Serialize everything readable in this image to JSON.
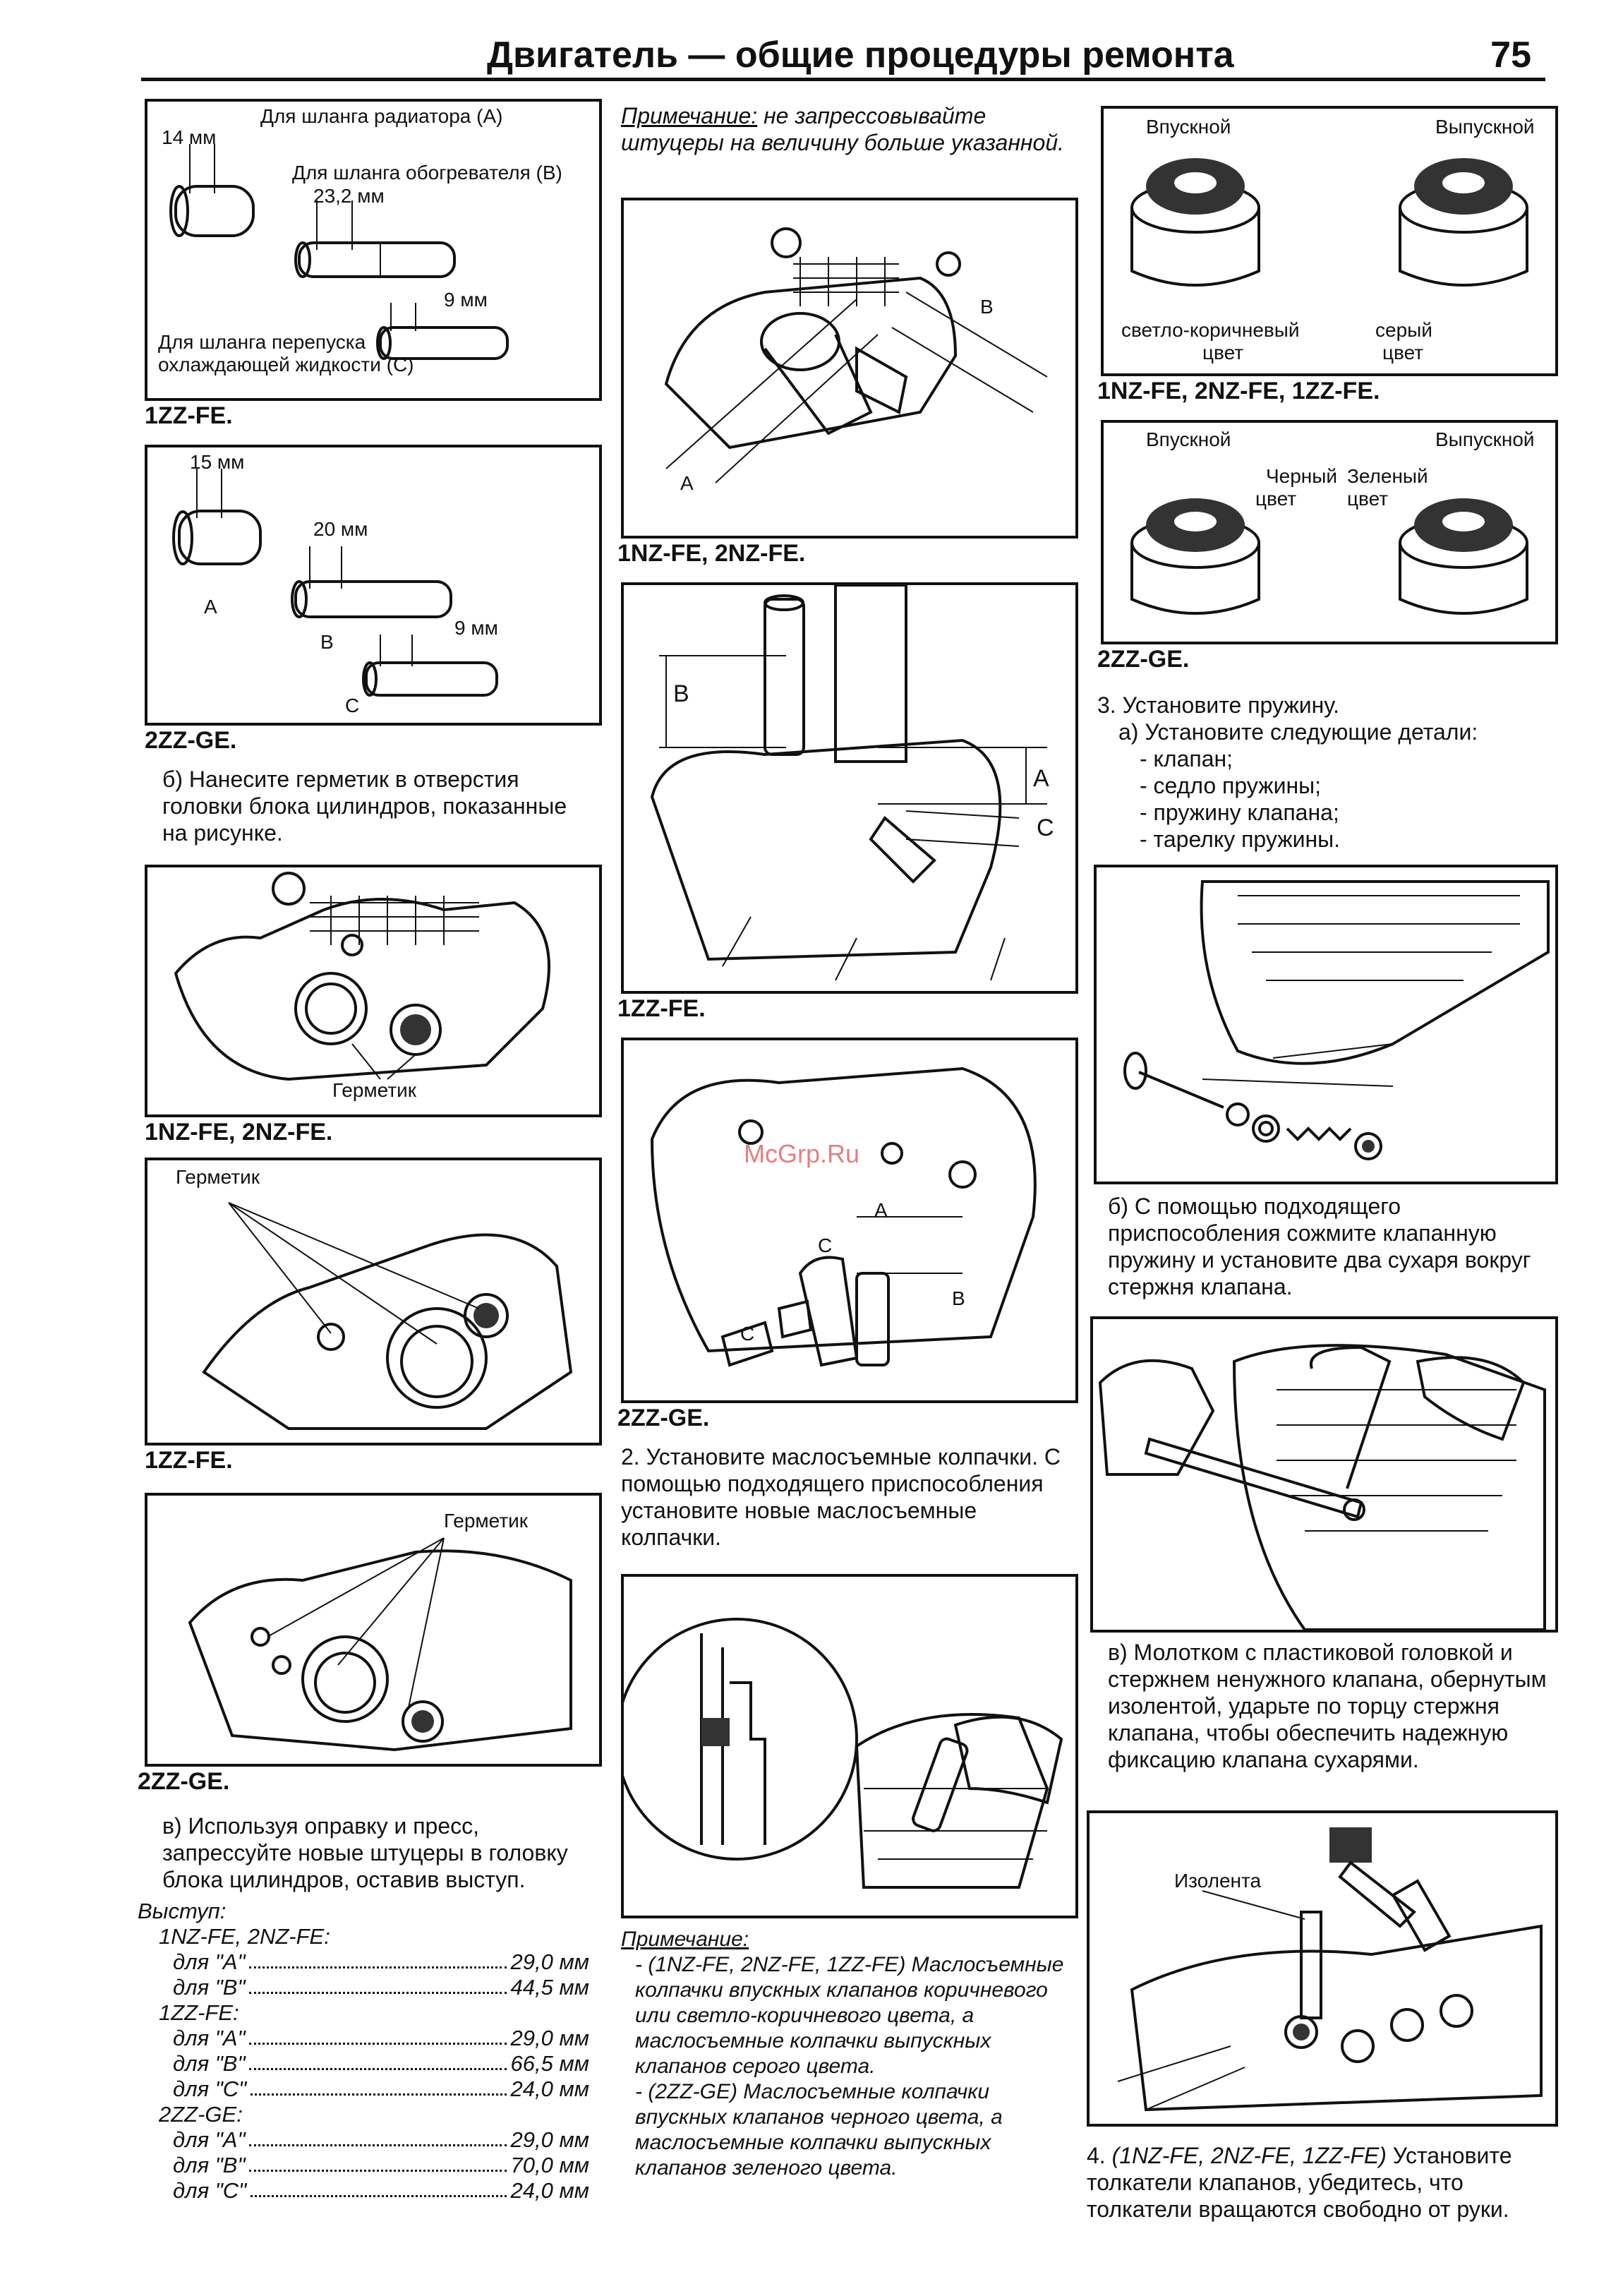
{
  "header": {
    "title": "Двигатель — общие процедуры ремонта",
    "page": "75"
  },
  "fig1": {
    "l1": "Для шланга радиатора (А)",
    "l2": "14 мм",
    "l3": "Для шланга обогревателя (В)",
    "l4": "23,2 мм",
    "l5": "9 мм",
    "l6": "Для шланга перепуска",
    "l7": "охлаждающей жидкости (С)",
    "cap": "1ZZ-FE."
  },
  "fig2": {
    "l1": "15 мм",
    "l2": "20 мм",
    "l3": "9 мм",
    "a": "A",
    "b": "B",
    "c": "C",
    "cap": "2ZZ-GE."
  },
  "text_b": "б) Нанесите герметик в отверстия головки блока цилиндров, показанные на рисунке.",
  "fig3": {
    "label": "Герметик",
    "cap": "1NZ-FE, 2NZ-FE."
  },
  "fig4": {
    "label": "Герметик",
    "cap": "1ZZ-FE."
  },
  "fig5": {
    "label": "Герметик",
    "cap": "2ZZ-GE."
  },
  "text_v": "в) Используя оправку и пресс, запрессуйте новые штуцеры в головку блока цилиндров, оставив выступ.",
  "protrusion": {
    "title": "Выступ:",
    "g1": "1NZ-FE, 2NZ-FE:",
    "g1_rows": [
      {
        "k": "для \"A\"",
        "v": "29,0 мм"
      },
      {
        "k": "для \"B\"",
        "v": "44,5 мм"
      }
    ],
    "g2": "1ZZ-FE:",
    "g2_rows": [
      {
        "k": "для \"A\"",
        "v": "29,0 мм"
      },
      {
        "k": "для \"B\"",
        "v": "66,5 мм"
      },
      {
        "k": "для \"C\"",
        "v": "24,0 мм"
      }
    ],
    "g3": "2ZZ-GE:",
    "g3_rows": [
      {
        "k": "для \"A\"",
        "v": "29,0 мм"
      },
      {
        "k": "для \"B\"",
        "v": "70,0 мм"
      },
      {
        "k": "для \"C\"",
        "v": "24,0 мм"
      }
    ]
  },
  "note1": {
    "title": "Примечание:",
    "text": " не запрессовывайте штуцеры на величину больше указанной."
  },
  "fig6": {
    "a": "A",
    "b": "B",
    "cap": "1NZ-FE, 2NZ-FE."
  },
  "fig7": {
    "a": "A",
    "b": "B",
    "c": "C",
    "cap": "1ZZ-FE."
  },
  "fig8": {
    "a": "A",
    "b": "B",
    "c1": "C",
    "c2": "C",
    "watermark": "McGrp.Ru",
    "cap": "2ZZ-GE."
  },
  "text_2": "2. Установите маслосъемные колпачки. С помощью подходящего приспособления установите новые маслосъемные колпачки.",
  "note2": {
    "title": "Примечание:",
    "p1": "- (1NZ-FE, 2NZ-FE, 1ZZ-FE) Маслосъемные колпачки впускных клапанов коричневого или светло-коричневого цвета, а маслосъемные колпачки выпускных клапанов серого цвета.",
    "p2": "- (2ZZ-GE) Маслосъемные колпачки впускных клапанов черного цвета, а маслосъемные колпачки выпускных клапанов зеленого цвета."
  },
  "fig10": {
    "l1": "Впускной",
    "l2": "Выпускной",
    "l3": "светло-коричневый",
    "l4": "цвет",
    "l5": "серый",
    "l6": "цвет",
    "cap": "1NZ-FE, 2NZ-FE, 1ZZ-FE."
  },
  "fig11": {
    "l1": "Впускной",
    "l2": "Выпускной",
    "l3": "Черный",
    "l4": "цвет",
    "l5": "Зеленый",
    "l6": "цвет",
    "cap": "2ZZ-GE."
  },
  "text_3": {
    "head": "3. Установите пружину.",
    "a": "а) Установите следующие детали:",
    "items": [
      "- клапан;",
      "- седло пружины;",
      "- пружину клапана;",
      "- тарелку пружины."
    ]
  },
  "text_b2": "б) С помощью подходящего приспособления сожмите клапанную пружину и установите два сухаря вокруг стержня клапана.",
  "text_v2": "в) Молотком с пластиковой головкой и стержнем ненужного клапана, обернутым изолентой, ударьте по торцу стержня клапана, чтобы обеспечить надежную фиксацию клапана сухарями.",
  "fig15": {
    "label": "Изолента"
  },
  "text_4": {
    "lead": "4. ",
    "models": "(1NZ-FE, 2NZ-FE, 1ZZ-FE)",
    "rest": " Установите толкатели клапанов, убедитесь, что толкатели вращаются свободно от руки."
  }
}
